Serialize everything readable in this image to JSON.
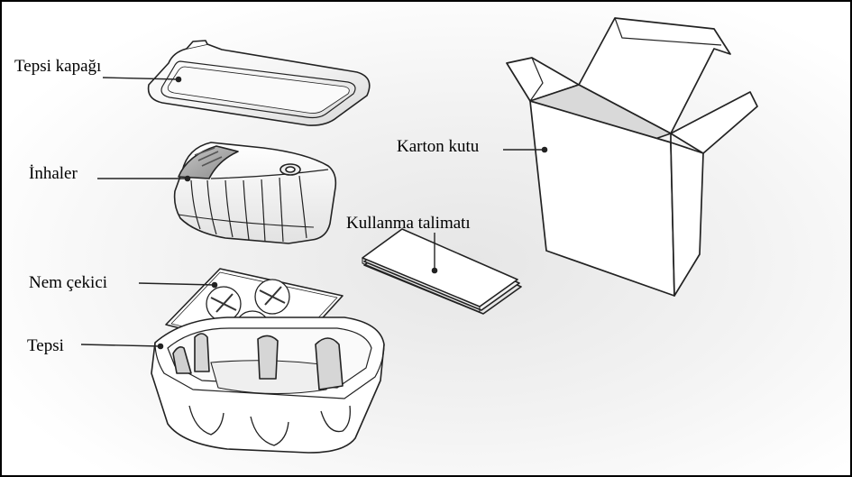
{
  "labels": {
    "tray_lid": "Tepsi kapağı",
    "inhaler": "İnhaler",
    "desiccant": "Nem çekici",
    "tray": "Tepsi",
    "carton": "Karton kutu",
    "leaflet": "Kullanma talimatı"
  },
  "colors": {
    "line": "#222222",
    "fill": "#ffffff",
    "shade": "#d9d9d9",
    "dark_shade": "#9a9a9a"
  }
}
